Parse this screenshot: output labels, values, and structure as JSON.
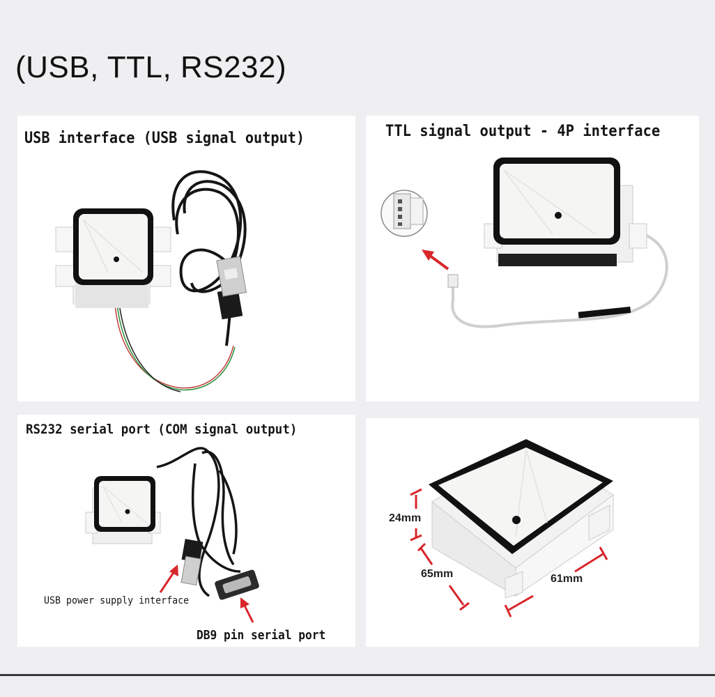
{
  "header": {
    "title": "(USB, TTL, RS232)"
  },
  "panels": {
    "usb": {
      "title": "USB interface (USB signal output)"
    },
    "ttl": {
      "title": "TTL signal output - 4P interface"
    },
    "rs232": {
      "title": "RS232 serial port (COM signal output)",
      "usb_power_label": "USB power supply interface",
      "db9_label": "DB9 pin serial port"
    },
    "dimensions": {
      "height": "24mm",
      "length": "65mm",
      "width": "61mm"
    }
  },
  "colors": {
    "accent_arrow": "#d8262b",
    "frame": "#111111",
    "background": "#efeff1"
  }
}
